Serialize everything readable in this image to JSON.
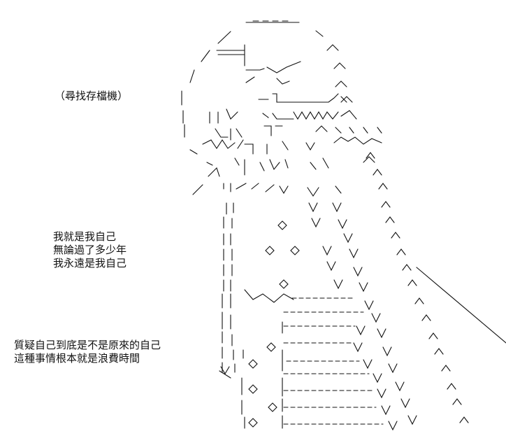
{
  "notes": {
    "action": "（尋找存檔機）",
    "stanza1": [
      "我就是我自己",
      "無論過了多少年",
      "我永遠是我自己"
    ],
    "stanza2": [
      "質疑自己到底是不是原來的自己",
      "這種事情根本就是浪費時間"
    ]
  },
  "colors": {
    "ink": "#111111",
    "paper": "#ffffff"
  }
}
